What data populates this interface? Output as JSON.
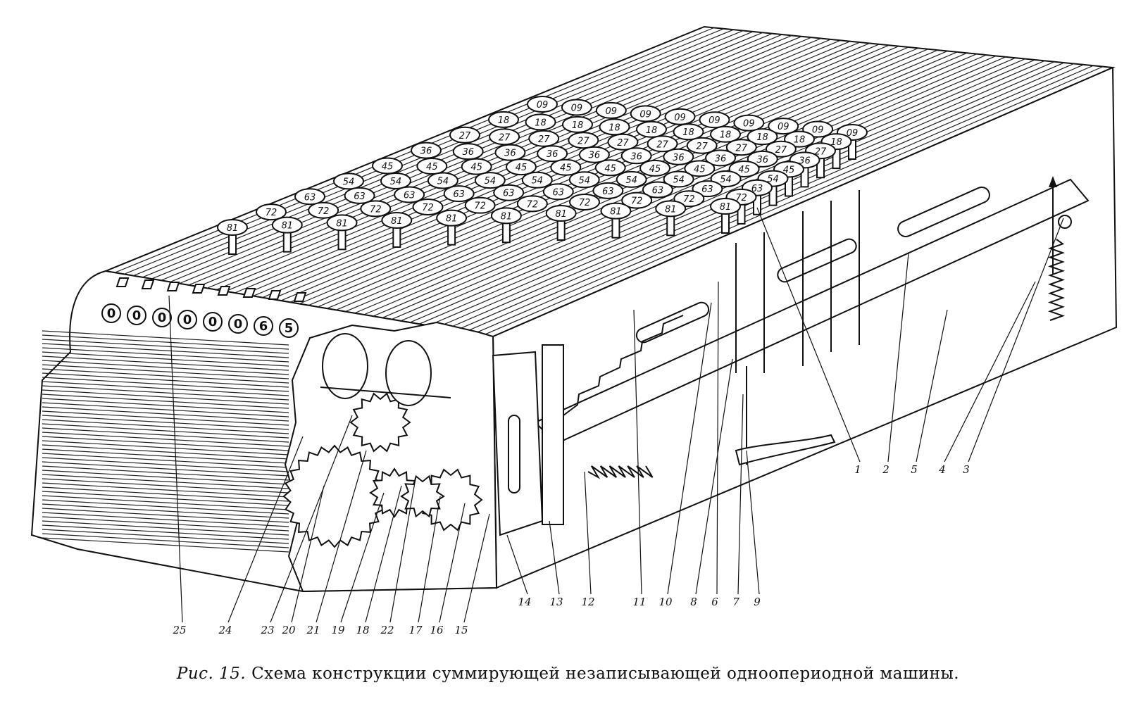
{
  "caption": {
    "figure_ref": "Рис. 15.",
    "text": "Схема конструкции суммирующей незаписывающей одноопериодной машины."
  },
  "key_rows": [
    {
      "label": "09",
      "count": 10
    },
    {
      "label": "18",
      "count": 10
    },
    {
      "label": "27",
      "count": 10
    },
    {
      "label": "36",
      "count": 10
    },
    {
      "label": "45",
      "count": 10
    },
    {
      "label": "54",
      "count": 10
    },
    {
      "label": "63",
      "count": 10
    },
    {
      "label": "72",
      "count": 10
    },
    {
      "label": "81",
      "count": 10
    }
  ],
  "counter_digits": [
    "0",
    "0",
    "0",
    "0",
    "0",
    "0",
    "6",
    "5"
  ],
  "callouts": {
    "left": [
      "25",
      "24",
      "23",
      "20",
      "21",
      "19",
      "18",
      "22",
      "17",
      "16",
      "15",
      "14",
      "13",
      "12"
    ],
    "middle": [
      "11",
      "10",
      "8",
      "6",
      "7",
      "9"
    ],
    "right": [
      "1",
      "2",
      "5",
      "4",
      "3"
    ]
  }
}
